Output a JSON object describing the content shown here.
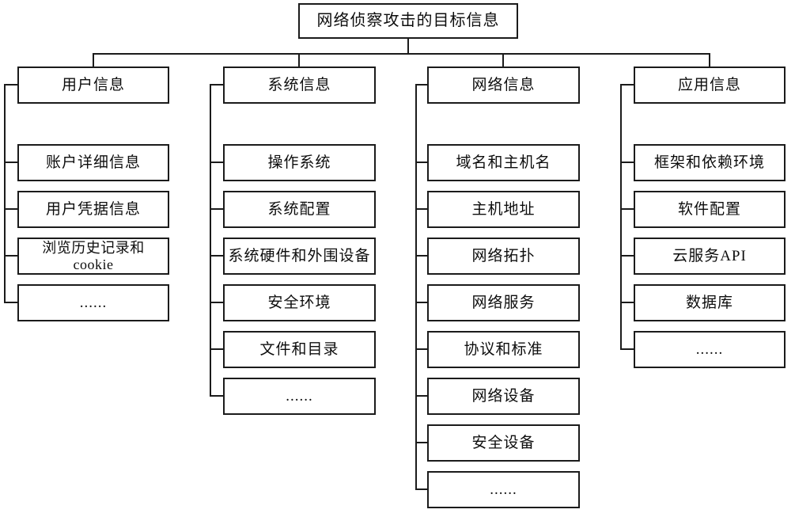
{
  "diagram": {
    "title": "网络侦察攻击的目标信息",
    "root": {
      "label": "网络侦察攻击的目标信息"
    },
    "columns": [
      {
        "label": "用户信息",
        "children": [
          {
            "label": "账户详细信息"
          },
          {
            "label": "用户凭据信息"
          },
          {
            "label": "浏览历史记录和\ncookie"
          },
          {
            "label": "......"
          }
        ]
      },
      {
        "label": "系统信息",
        "children": [
          {
            "label": "操作系统"
          },
          {
            "label": "系统配置"
          },
          {
            "label": "系统硬件和外围设备"
          },
          {
            "label": "安全环境"
          },
          {
            "label": "文件和目录"
          },
          {
            "label": "......"
          }
        ]
      },
      {
        "label": "网络信息",
        "children": [
          {
            "label": "域名和主机名"
          },
          {
            "label": "主机地址"
          },
          {
            "label": "网络拓扑"
          },
          {
            "label": "网络服务"
          },
          {
            "label": "协议和标准"
          },
          {
            "label": "网络设备"
          },
          {
            "label": "安全设备"
          },
          {
            "label": "......"
          }
        ]
      },
      {
        "label": "应用信息",
        "children": [
          {
            "label": "框架和依赖环境"
          },
          {
            "label": "软件配置"
          },
          {
            "label": "云服务API"
          },
          {
            "label": "数据库"
          },
          {
            "label": "......"
          }
        ]
      }
    ],
    "colors": {
      "line": "#1b1b1b",
      "box_background": "#ffffff",
      "text": "#0d0d0d",
      "page_background": "#ffffff"
    }
  }
}
